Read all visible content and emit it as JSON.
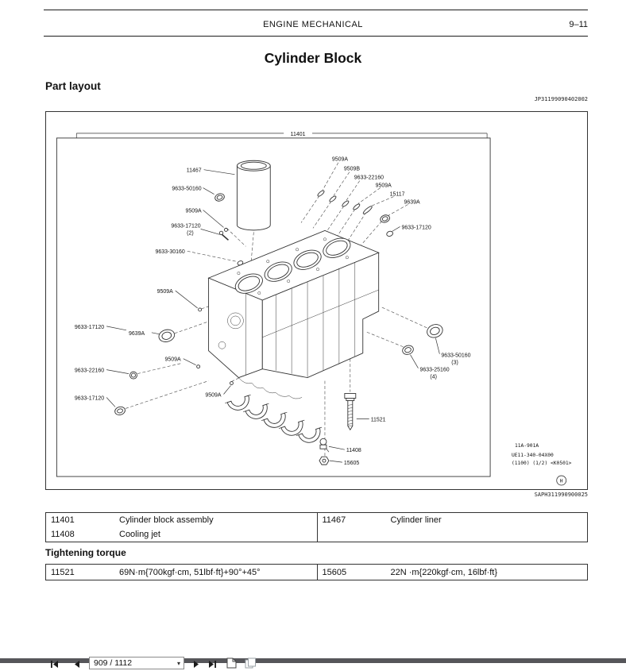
{
  "header": {
    "title": "ENGINE MECHANICAL",
    "page_number": "9–11"
  },
  "doc": {
    "title": "Cylinder Block",
    "section_heading": "Part layout",
    "code_top_right": "JP31199090402002",
    "code_bottom_right": "SAPH311990900025"
  },
  "figure": {
    "assembly_label": "11401",
    "labels": [
      "11467",
      "9633-50160",
      "9509A",
      "9633-17120",
      "(2)",
      "9633-30160",
      "9509A",
      "9633-17120",
      "9639A",
      "9633-22160",
      "9509A",
      "9633-17120",
      "9509A",
      "9509A",
      "9509B",
      "9633-22160",
      "9509A",
      "15117",
      "9639A",
      "9633-17120",
      "9633-50160",
      "(3)",
      "9633-25160",
      "(4)",
      "11521",
      "11408",
      "15605"
    ],
    "ref_block": {
      "line1": "11A-901A",
      "line2": "UE11-340-04X00",
      "line3": "(1100) (1/2) <K0501>"
    },
    "corner_mark": "H"
  },
  "parts_table": {
    "left_rows": [
      {
        "code": "11401",
        "name": "Cylinder block assembly"
      },
      {
        "code": "11408",
        "name": "Cooling jet"
      }
    ],
    "right_rows": [
      {
        "code": "11467",
        "name": "Cylinder liner"
      }
    ]
  },
  "torque_section": {
    "heading": "Tightening torque",
    "left": {
      "code": "11521",
      "value": "69N·m{700kgf·cm, 51lbf·ft}+90°+45°"
    },
    "right": {
      "code": "15605",
      "value": "22N ·m{220kgf·cm, 16lbf·ft}"
    }
  },
  "viewer": {
    "page_indicator": "909 / 1112",
    "caret": "▾",
    "icons": [
      "first-page-icon",
      "previous-page-icon",
      "dropdown-caret-icon",
      "next-page-icon",
      "last-page-icon",
      "page-corner-icon",
      "pages-layout-icon"
    ]
  }
}
